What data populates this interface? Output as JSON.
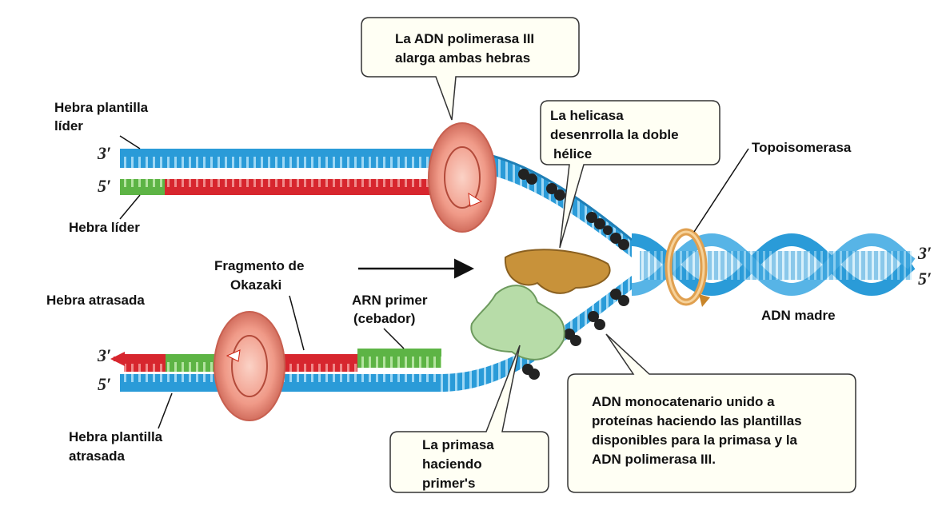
{
  "labels": {
    "leading_template": [
      "Hebra plantilla",
      "líder"
    ],
    "leading_strand": "Hebra líder",
    "lagging_strand": "Hebra  atrasada",
    "lagging_template": [
      "Hebra plantilla",
      "atrasada"
    ],
    "okazaki": [
      "Fragmento de",
      "Okazaki"
    ],
    "rna_primer": [
      "ARN primer",
      "(cebador)"
    ],
    "topoisomerase": "Topoisomerasa",
    "parent_dna": "ADN madre",
    "end_3": "3′",
    "end_5": "5′"
  },
  "callouts": {
    "polymerase": [
      "La ADN polimerasa III",
      "alarga ambas hebras"
    ],
    "helicase": [
      "La helicasa",
      "desenrrolla la doble",
      "hélice"
    ],
    "primase": [
      "La primasa",
      "haciendo",
      "primer's"
    ],
    "ssb": [
      "ADN monocatenario unido a",
      "proteínas haciendo las plantillas",
      "disponibles para la primasa y la",
      "ADN polimerasa III."
    ]
  },
  "colors": {
    "template_blue": "#2a9bd8",
    "template_blue_light": "#8fd0f2",
    "new_red": "#d7262e",
    "primer_green": "#5db445",
    "primer_green_light": "#a8dc8f",
    "polymerase_pink": "#f0a090",
    "helicase_brown": "#c8923a",
    "primase_green": "#b7dca8",
    "topo_orange": "#e8b060",
    "ssb_black": "#222222",
    "callout_fill": "#fffff4",
    "callout_stroke": "#333333"
  },
  "icons": [
    "polymerase-clamp-icon",
    "helicase-icon",
    "primase-icon",
    "topoisomerase-ring-icon",
    "single-strand-binding-protein-icon",
    "arrow-right-icon"
  ]
}
